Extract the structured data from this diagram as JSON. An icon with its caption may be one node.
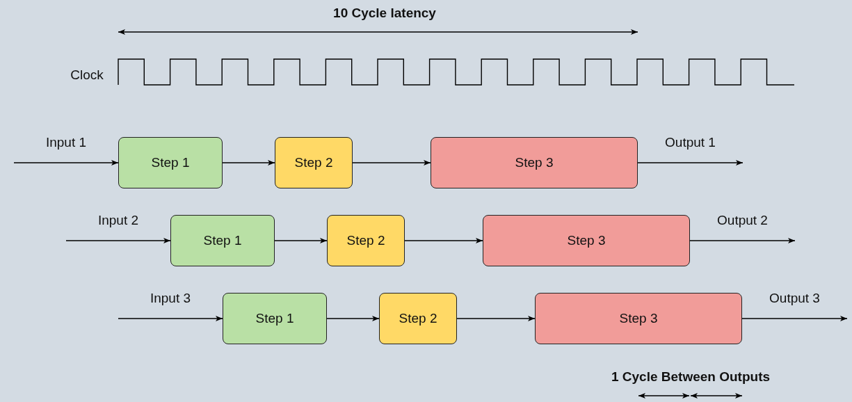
{
  "diagram": {
    "nodes": [
      {
        "text": [
          "Step 1"
        ]
      },
      {
        "text": [
          "Step 2"
        ]
      },
      {
        "text": [
          "Step 3"
        ]
      },
      {
        "text": [
          "Step 1"
        ]
      },
      {
        "text": [
          "Step 2"
        ]
      },
      {
        "text": [
          "Step 3"
        ]
      },
      {
        "text": [
          "Step 1"
        ]
      },
      {
        "text": [
          "Step 2"
        ]
      },
      {
        "text": [
          "Step 3"
        ]
      }
    ],
    "edges": [
      {
        "from": null,
        "to": 0,
        "arrow": "to",
        "label": "Input 1"
      },
      {
        "from": 0,
        "to": 1,
        "arrow": "to"
      },
      {
        "from": 1,
        "to": 2,
        "arrow": "to"
      },
      {
        "from": 2,
        "to": null,
        "arrow": "to",
        "label": "Output 1"
      },
      {
        "from": null,
        "to": 3,
        "arrow": "to",
        "label": "Input 2"
      },
      {
        "from": 3,
        "to": 4,
        "arrow": "to"
      },
      {
        "from": 4,
        "to": 5,
        "arrow": "to"
      },
      {
        "from": 5,
        "to": null,
        "arrow": "to",
        "label": "Output 2"
      },
      {
        "from": null,
        "to": 6,
        "arrow": "to",
        "label": "Input 3"
      },
      {
        "from": 6,
        "to": 7,
        "arrow": "to"
      },
      {
        "from": 7,
        "to": 8,
        "arrow": "to"
      },
      {
        "from": 8,
        "to": null,
        "arrow": "to",
        "label": "Output 3"
      }
    ],
    "labels": [
      "10 Cycle latency",
      "Clock",
      "1 Cycle Between Outputs"
    ]
  }
}
